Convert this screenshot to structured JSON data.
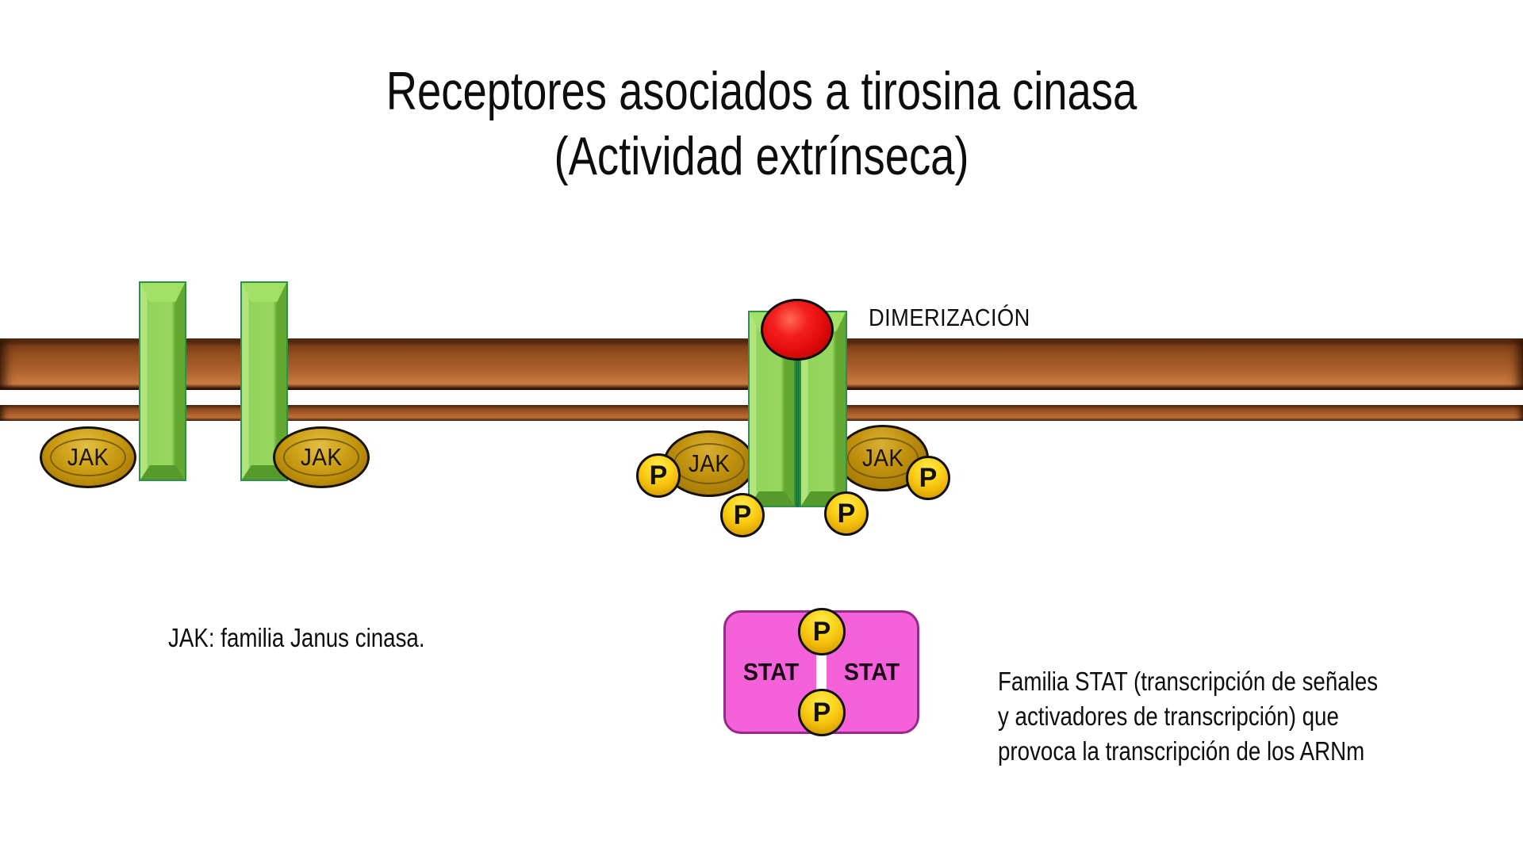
{
  "title": {
    "line1": "Receptores asociados a tirosina cinasa",
    "line2": "(Actividad extrínseca)"
  },
  "labels": {
    "dimerization": "DIMERIZACIÓN",
    "jak": "JAK",
    "stat": "STAT",
    "phosphate": "P"
  },
  "captions": {
    "jak_note": "JAK: familia Janus cinasa.",
    "stat_note": {
      "lines": [
        "Familia STAT (transcripción de señales",
        "y activadores de transcripción) que",
        "provoca la transcripción de los ARNm"
      ]
    }
  },
  "colors": {
    "background": "#ffffff",
    "membrane_brown": "#9a5222",
    "receptor_green": "#92d35a",
    "receptor_outline": "#2c9149",
    "jak_gold": "#c3940c",
    "phosphate_yellow": "#f3bd0b",
    "ligand_red": "#e60d0d",
    "stat_pink": "#f461d8",
    "stat_border": "#98288a",
    "text_black": "#0d0d0d"
  }
}
